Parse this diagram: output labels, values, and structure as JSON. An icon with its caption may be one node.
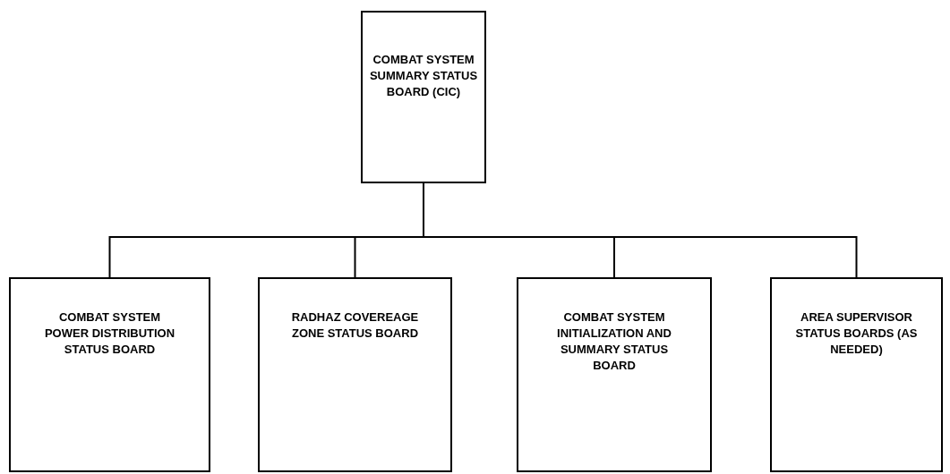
{
  "diagram": {
    "nodes": [
      {
        "text": [
          "COMBAT SYSTEM SUMMARY STATUS BOARD (CIC)"
        ]
      },
      {
        "text": [
          "COMBAT SYSTEM POWER DISTRIBUTION STATUS BOARD"
        ]
      },
      {
        "text": [
          "RADHAZ COVEREAGE ZONE STATUS BOARD"
        ]
      },
      {
        "text": [
          "COMBAT SYSTEM INITIALIZATION AND SUMMARY STATUS BOARD"
        ]
      },
      {
        "text": [
          "AREA SUPERVISOR STATUS BOARDS (AS NEEDED)"
        ]
      }
    ],
    "edges": [
      {
        "from": 0,
        "to": 1,
        "arrow": "none"
      },
      {
        "from": 0,
        "to": 2,
        "arrow": "none"
      },
      {
        "from": 0,
        "to": 3,
        "arrow": "none"
      },
      {
        "from": 0,
        "to": 4,
        "arrow": "none"
      }
    ]
  }
}
